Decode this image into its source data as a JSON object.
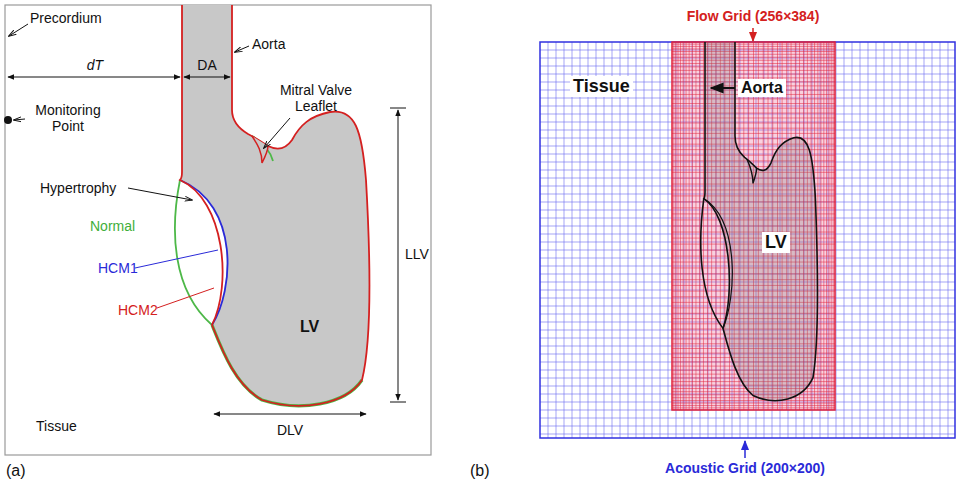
{
  "diagram": {
    "labels": [
      "Precordium",
      "Aorta",
      "dT",
      "DA",
      "Mitral Valve Leaflet",
      "Monitoring Point",
      "Hypertrophy",
      "Normal",
      "HCM1",
      "HCM2",
      "LLV",
      "LV",
      "Tissue",
      "DLV",
      "(a)",
      "Flow Grid (256×384)",
      "Tissue",
      "Aorta",
      "LV",
      "Acoustic Grid (200×200)",
      "(b)"
    ]
  }
}
